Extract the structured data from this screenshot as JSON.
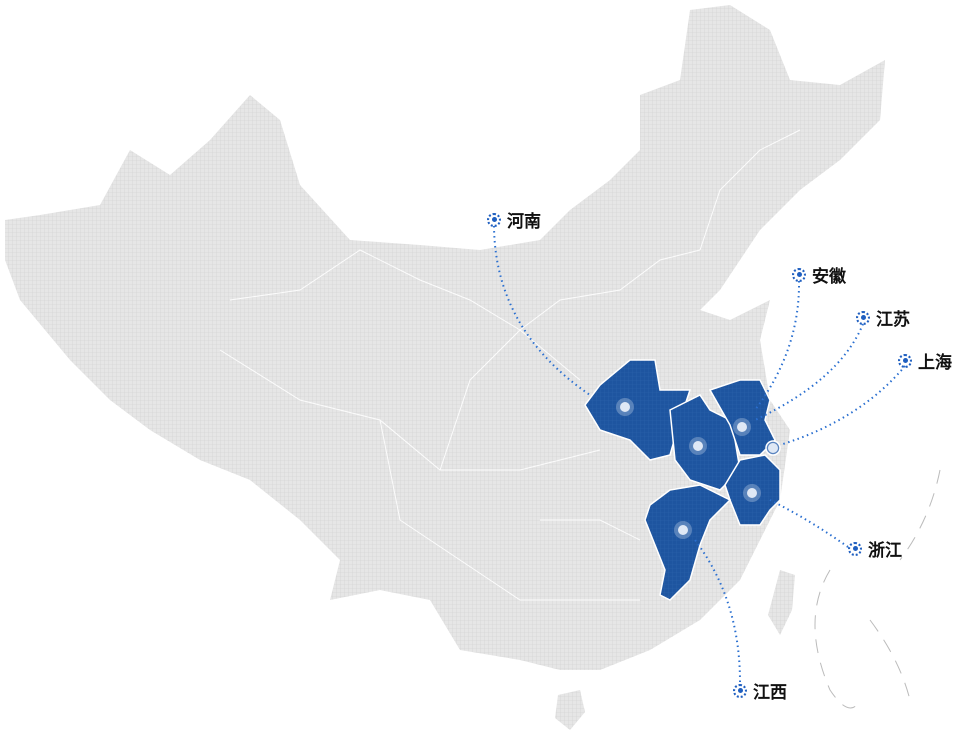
{
  "map": {
    "base_color": "#e3e3e3",
    "highlight_color": "#1e55a0",
    "line_color": "#2a6fd0",
    "provinces": [
      {
        "id": "henan",
        "label": "河南"
      },
      {
        "id": "anhui",
        "label": "安徽"
      },
      {
        "id": "jiangsu",
        "label": "江苏"
      },
      {
        "id": "shanghai",
        "label": "上海"
      },
      {
        "id": "zhejiang",
        "label": "浙江"
      },
      {
        "id": "jiangxi",
        "label": "江西"
      }
    ]
  }
}
